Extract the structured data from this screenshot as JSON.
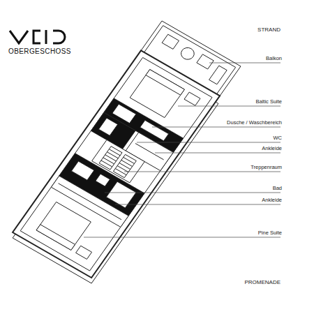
{
  "diagram": {
    "title": "OBERGESCHOSS",
    "labels": [
      "STRAND",
      "Balkon",
      "Baltic Suite",
      "Dusche / Waschbereich",
      "WC",
      "Ankleide",
      "Treppenraum",
      "Bad",
      "Ankleide",
      "Pine Suite",
      "PROMENADE"
    ]
  }
}
